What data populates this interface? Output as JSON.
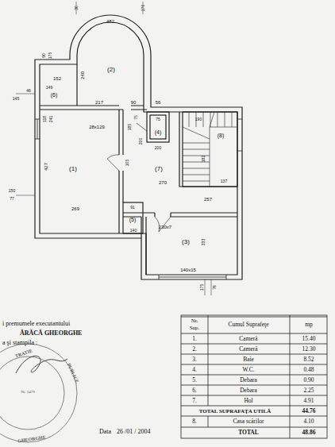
{
  "diagram": {
    "labels": [
      "482",
      "30",
      "170",
      "240",
      "217",
      "90",
      "56",
      "90",
      "175",
      "152",
      "149",
      "46",
      "145",
      "(6)",
      "118",
      "241",
      "28x129",
      "(2)",
      "75",
      "185",
      "200",
      "75",
      "200",
      "(4)",
      "190",
      "(8)",
      "182",
      "137",
      "105",
      "427",
      "(1)",
      "(7)",
      "270",
      "150",
      "77",
      "257",
      "269",
      "91",
      "(5)",
      "140",
      "230x7",
      "(3)",
      "333",
      "140x15",
      "175",
      "76",
      "i premumele executantului",
      "ĂRĂCĂ GHEORGHE",
      "a şi stampila :",
      "TRATIE",
      "PUBLICE",
      "Nr. 2479",
      "GHEORGHE",
      "Data",
      "26 /01 / 2004",
      "Nr.",
      "Sup.",
      "Cumul Suprafeţe",
      "mp",
      "1.",
      "Cameră",
      "15.40",
      "2.",
      "Cameră",
      "12.30",
      "3.",
      "Baie",
      "8.52",
      "4.",
      "W.C.",
      "0.48",
      "5.",
      "Debara",
      "0.90",
      "6.",
      "Debara",
      "2.25",
      "7.",
      "Hol",
      "4.91",
      "TOTAL SUPRAFAŢA UTILĂ",
      "44.76",
      "8.",
      "Casa scărilor",
      "4.10",
      "TOTAL",
      "48.86"
    ]
  }
}
